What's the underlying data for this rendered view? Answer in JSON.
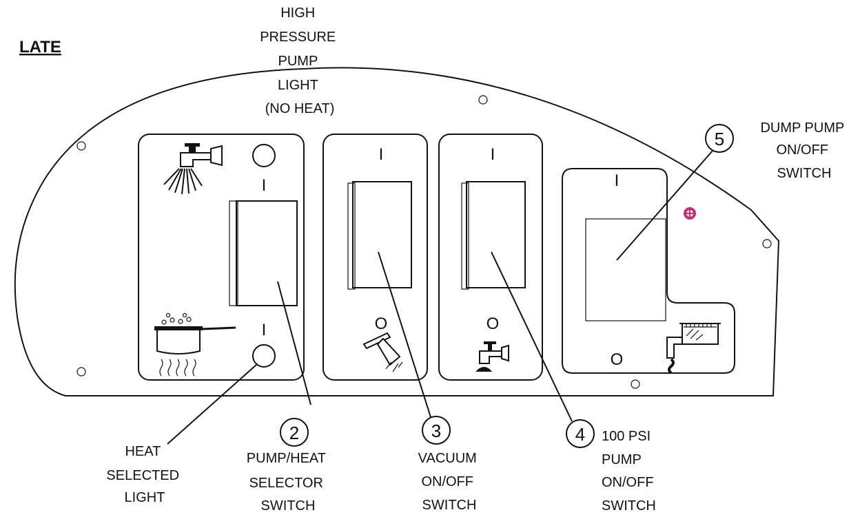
{
  "title_fragment": "LATE",
  "labels": {
    "high_pressure_light": [
      "HIGH",
      "PRESSURE",
      "PUMP",
      "LIGHT",
      "(NO HEAT)"
    ],
    "dump_pump_switch": [
      "DUMP PUMP",
      "ON/OFF",
      "SWITCH"
    ],
    "heat_selected_light": [
      "HEAT",
      "SELECTED",
      "LIGHT"
    ],
    "pump_heat_selector": [
      "PUMP/HEAT",
      "SELECTOR",
      "SWITCH"
    ],
    "vacuum_switch": [
      "VACUUM",
      "ON/OFF",
      "SWITCH"
    ],
    "psi_pump_switch": [
      "100 PSI",
      "PUMP",
      "ON/OFF",
      "SWITCH"
    ]
  },
  "callouts": {
    "c2": "2",
    "c3": "3",
    "c4": "4",
    "c5": "5"
  },
  "switch_marks": {
    "on": "I",
    "off": "O"
  },
  "icons": [
    "spray-faucet-icon",
    "boiling-pot-icon",
    "vacuum-wand-icon",
    "faucet-icon",
    "dump-tank-icon",
    "screw-target-icon"
  ]
}
